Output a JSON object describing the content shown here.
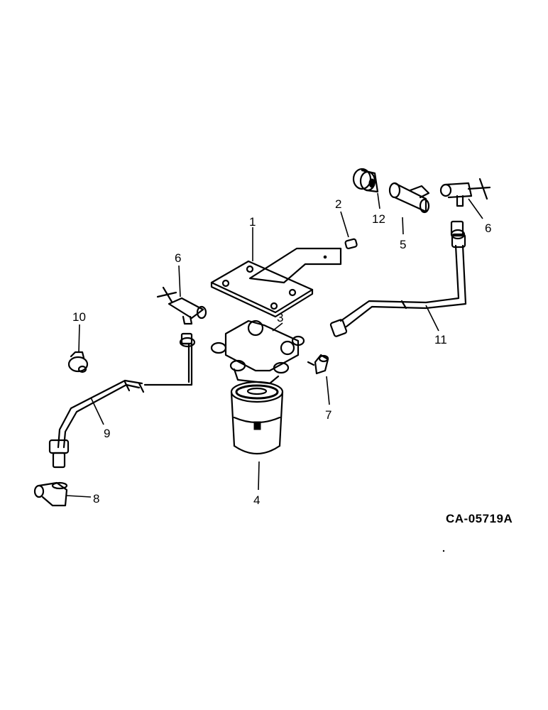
{
  "callouts": {
    "c1": "1",
    "c2": "2",
    "c3": "3",
    "c4": "4",
    "c5": "5",
    "c6a": "6",
    "c6b": "6",
    "c7": "7",
    "c8": "8",
    "c9": "9",
    "c10": "10",
    "c11": "11",
    "c12": "12"
  },
  "drawing_code": "CA-05719A"
}
